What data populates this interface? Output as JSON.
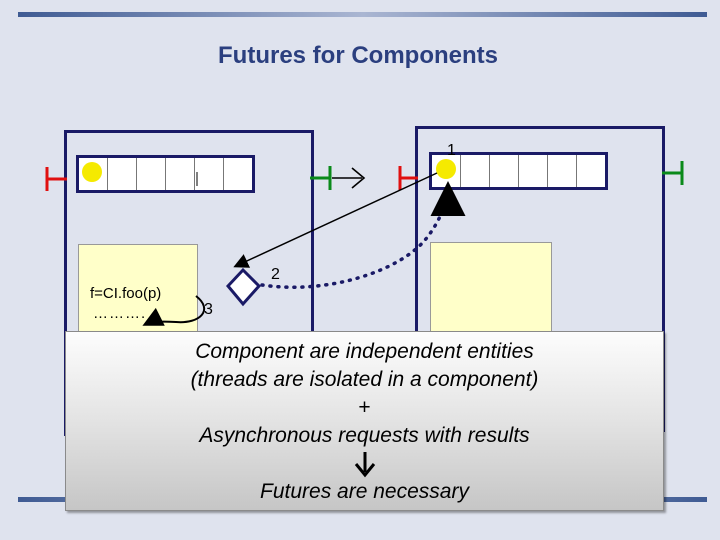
{
  "title": "Futures for Components",
  "diagram": {
    "code_line1": "f=CI.foo(p)",
    "code_line2": "……….",
    "step_labels": [
      "1",
      "2",
      "3"
    ]
  },
  "callout": {
    "line1": "Component are independent entities",
    "line2": "(threads are isolated in a component)",
    "plus": "+",
    "line3": "Asynchronous requests with results",
    "arrow_icon": "down-arrow-icon",
    "conclusion": "Futures are necessary"
  },
  "colors": {
    "title": "#2b3f7f",
    "component_border": "#1a1a66",
    "request_bar_red": "#e01010",
    "request_bar_green": "#0a8a1a",
    "future_dot": "#f5ea00",
    "code_box": "#ffffc9"
  }
}
